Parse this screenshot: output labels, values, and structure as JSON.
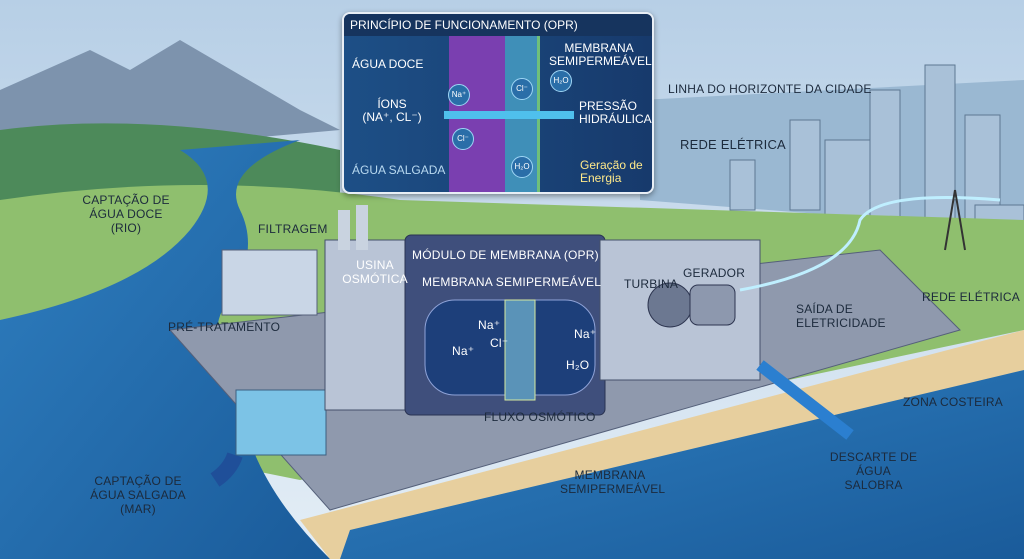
{
  "inset": {
    "title": "PRINCÍPIO DE FUNCIONAMENTO (OPR)",
    "fresh_water": "ÁGUA DOCE",
    "membrane": "MEMBRANA SEMIPERMEÁVEL",
    "ions": "ÍONS (Na⁺, Cl⁻)",
    "pressure": "PRESSÃO HIDRÁULICA",
    "salt_water": "ÁGUA SALGADA",
    "energy": "Geração de Energia",
    "chips": [
      "Na⁺",
      "Cl⁻",
      "H₂O",
      "Cl⁻",
      "H₂O"
    ]
  },
  "labels": {
    "skyline": "LINHA DO HORIZONTE DA CIDADE",
    "grid_top": "REDE ELÉTRICA",
    "fresh_intake": "CAPTAÇÃO DE ÁGUA DOCE (RIO)",
    "filtration": "FILTRAGEM",
    "plant": "USINA OSMÓTICA",
    "module": "MÓDULO DE MEMBRANA (OPR)",
    "module_membrane": "MEMBRANA SEMIPERMEÁVEL",
    "turbine": "TURBINA",
    "generator": "GERADOR",
    "pretreatment": "PRÉ-TRATAMENTO",
    "electricity_out": "SAÍDA DE ELETRICIDADE",
    "grid_right": "REDE ELÉTRICA",
    "coastal": "ZONA COSTEIRA",
    "osmotic_flow": "FLUXO OSMÓTICO",
    "membrane_bottom": "MEMBRANA SEMIPERMEÁVEL",
    "brackish": "DESCARTE DE ÁGUA SALOBRA",
    "salt_intake": "CAPTAÇÃO DE ÁGUA SALGADA (MAR)",
    "ion_na1": "Na⁺",
    "ion_na2": "Na⁺",
    "ion_cl": "Cl⁻",
    "ion_na3": "Na⁺",
    "ion_h2o": "H₂O"
  }
}
